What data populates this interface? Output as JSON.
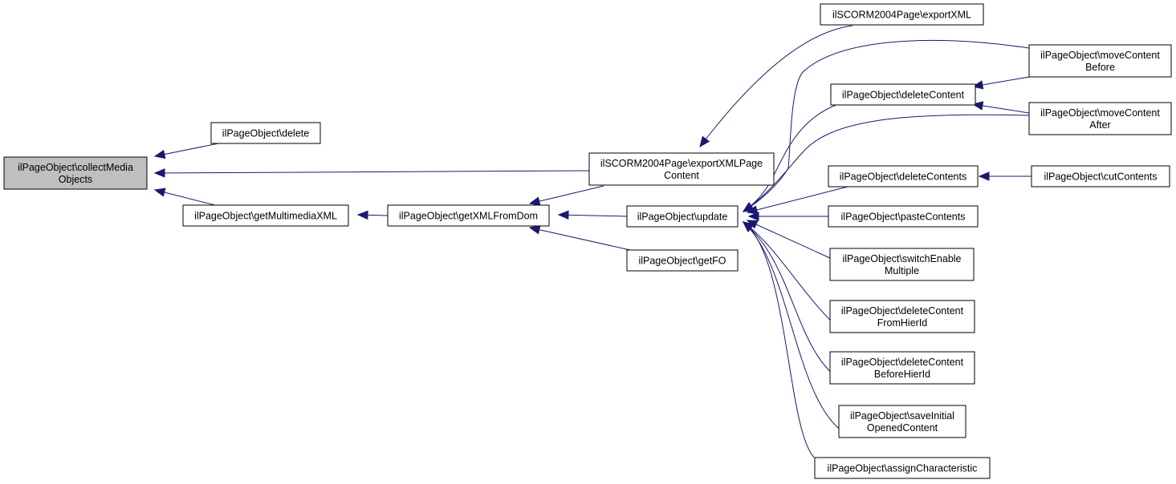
{
  "colors": {
    "edge": "#191970",
    "highlight_fill": "#bfbfbf",
    "node_fill": "#ffffff",
    "node_stroke": "#000000"
  },
  "nodes": {
    "collect": {
      "lines": [
        "ilPageObject\\collectMedia",
        "Objects"
      ],
      "highlight": true
    },
    "delete": {
      "lines": [
        "ilPageObject\\delete"
      ]
    },
    "getMultimediaXML": {
      "lines": [
        "ilPageObject\\getMultimediaXML"
      ]
    },
    "getXMLFromDom": {
      "lines": [
        "ilPageObject\\getXMLFromDom"
      ]
    },
    "exportXMLPageContent": {
      "lines": [
        "ilSCORM2004Page\\exportXMLPage",
        "Content"
      ]
    },
    "update": {
      "lines": [
        "ilPageObject\\update"
      ]
    },
    "getFO": {
      "lines": [
        "ilPageObject\\getFO"
      ]
    },
    "exportXML": {
      "lines": [
        "ilSCORM2004Page\\exportXML"
      ]
    },
    "deleteContent": {
      "lines": [
        "ilPageObject\\deleteContent"
      ]
    },
    "moveContentBefore": {
      "lines": [
        "ilPageObject\\moveContent",
        "Before"
      ]
    },
    "moveContentAfter": {
      "lines": [
        "ilPageObject\\moveContent",
        "After"
      ]
    },
    "deleteContents": {
      "lines": [
        "ilPageObject\\deleteContents"
      ]
    },
    "cutContents": {
      "lines": [
        "ilPageObject\\cutContents"
      ]
    },
    "pasteContents": {
      "lines": [
        "ilPageObject\\pasteContents"
      ]
    },
    "switchEnableMultiple": {
      "lines": [
        "ilPageObject\\switchEnable",
        "Multiple"
      ]
    },
    "deleteContentFromHierId": {
      "lines": [
        "ilPageObject\\deleteContent",
        "FromHierId"
      ]
    },
    "deleteContentBeforeHierId": {
      "lines": [
        "ilPageObject\\deleteContent",
        "BeforeHierId"
      ]
    },
    "saveInitialOpenedContent": {
      "lines": [
        "ilPageObject\\saveInitial",
        "OpenedContent"
      ]
    },
    "assignCharacteristic": {
      "lines": [
        "ilPageObject\\assignCharacteristic"
      ]
    }
  },
  "edges": [
    {
      "from": "delete",
      "to": "collect"
    },
    {
      "from": "exportXMLPageContent",
      "to": "collect"
    },
    {
      "from": "getMultimediaXML",
      "to": "collect"
    },
    {
      "from": "getXMLFromDom",
      "to": "getMultimediaXML"
    },
    {
      "from": "exportXMLPageContent",
      "to": "getXMLFromDom"
    },
    {
      "from": "update",
      "to": "getXMLFromDom"
    },
    {
      "from": "getFO",
      "to": "getXMLFromDom"
    },
    {
      "from": "exportXML",
      "to": "exportXMLPageContent"
    },
    {
      "from": "moveContentBefore",
      "to": "update"
    },
    {
      "from": "deleteContent",
      "to": "update"
    },
    {
      "from": "moveContentAfter",
      "to": "update"
    },
    {
      "from": "deleteContents",
      "to": "update"
    },
    {
      "from": "pasteContents",
      "to": "update"
    },
    {
      "from": "switchEnableMultiple",
      "to": "update"
    },
    {
      "from": "deleteContentFromHierId",
      "to": "update"
    },
    {
      "from": "deleteContentBeforeHierId",
      "to": "update"
    },
    {
      "from": "saveInitialOpenedContent",
      "to": "update"
    },
    {
      "from": "assignCharacteristic",
      "to": "update"
    },
    {
      "from": "moveContentBefore",
      "to": "deleteContent"
    },
    {
      "from": "moveContentAfter",
      "to": "deleteContent"
    },
    {
      "from": "cutContents",
      "to": "deleteContents"
    }
  ]
}
